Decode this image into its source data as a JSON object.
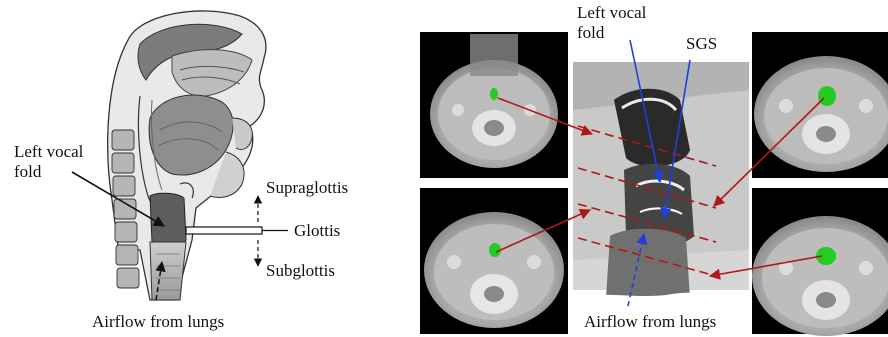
{
  "left_panel": {
    "labels": {
      "left_vocal_fold": "Left vocal\nfold",
      "supraglottis": "Supraglottis",
      "glottis": "Glottis",
      "subglottis": "Subglottis",
      "airflow": "Airflow from lungs"
    }
  },
  "right_panel": {
    "labels": {
      "left_vocal_fold": "Left vocal\nfold",
      "sgs": "SGS",
      "airflow": "Airflow from lungs"
    }
  },
  "colors": {
    "arrow_red": "#b01818",
    "arrow_blue": "#1f3fe0",
    "segmentation_green": "#22cc22",
    "ct_background": "#000000"
  }
}
